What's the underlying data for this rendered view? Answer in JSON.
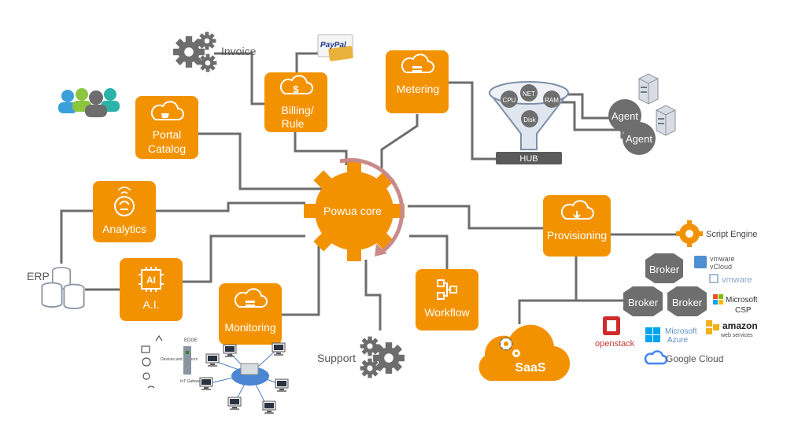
{
  "colors": {
    "orange": "#F39200",
    "connector": "#6d6d6d",
    "hub_bar": "#5a5a5a",
    "broker_hex": "#6e6e6e",
    "arc": "#c98a8a",
    "agent_circle": "#6e6e6e",
    "funnel": "#7f8fa6"
  },
  "core": {
    "label": "Powua core"
  },
  "nodes": {
    "portal": {
      "line1": "Portal",
      "line2": "Catalog",
      "icon": "cart-cloud-icon"
    },
    "billing": {
      "line1": "Billing/",
      "line2": "Rule",
      "icon": "dollar-cloud-icon"
    },
    "metering": {
      "label": "Metering",
      "icon": "server-cloud-icon"
    },
    "analytics": {
      "label": "Analytics",
      "icon": "brain-head-icon"
    },
    "ai": {
      "label": "A.I.",
      "chip": "AI",
      "icon": "ai-chip-icon"
    },
    "monitoring": {
      "label": "Monitoring",
      "icon": "server-cloud-icon"
    },
    "workflow": {
      "label": "Workflow",
      "icon": "flowchart-icon"
    },
    "provisioning": {
      "label": "Provisioning",
      "icon": "download-cloud-icon"
    }
  },
  "labels": {
    "invoice": "Invoice",
    "support": "Support",
    "erp": "ERP",
    "hub": "HUB",
    "agent1": "Agent",
    "agent2": "Agent",
    "script_engine": "Script Engine",
    "saas": "SaaS",
    "paypal": "PayPal"
  },
  "funnel": {
    "cpu": "CPU",
    "net": "NET",
    "ram": "RAM",
    "disk": "Disk"
  },
  "brokers": [
    "Broker",
    "Broker",
    "Broker"
  ],
  "clouds": {
    "vmware_vcloud_1": "vmware",
    "vmware_vcloud_2": "vCloud",
    "vmware": "vmware",
    "microsoft_csp_1": "Microsoft",
    "microsoft_csp_2": "CSP",
    "openstack": "openstack",
    "microsoft_azure_1": "Microsoft",
    "microsoft_azure_2": "Azure",
    "amazon_1": "amazon",
    "amazon_2": "web services",
    "google_cloud": "Google Cloud"
  },
  "edge": {
    "title": "EDGE",
    "devices": "Devices and Sensors",
    "gateway": "IoT Gateway"
  }
}
